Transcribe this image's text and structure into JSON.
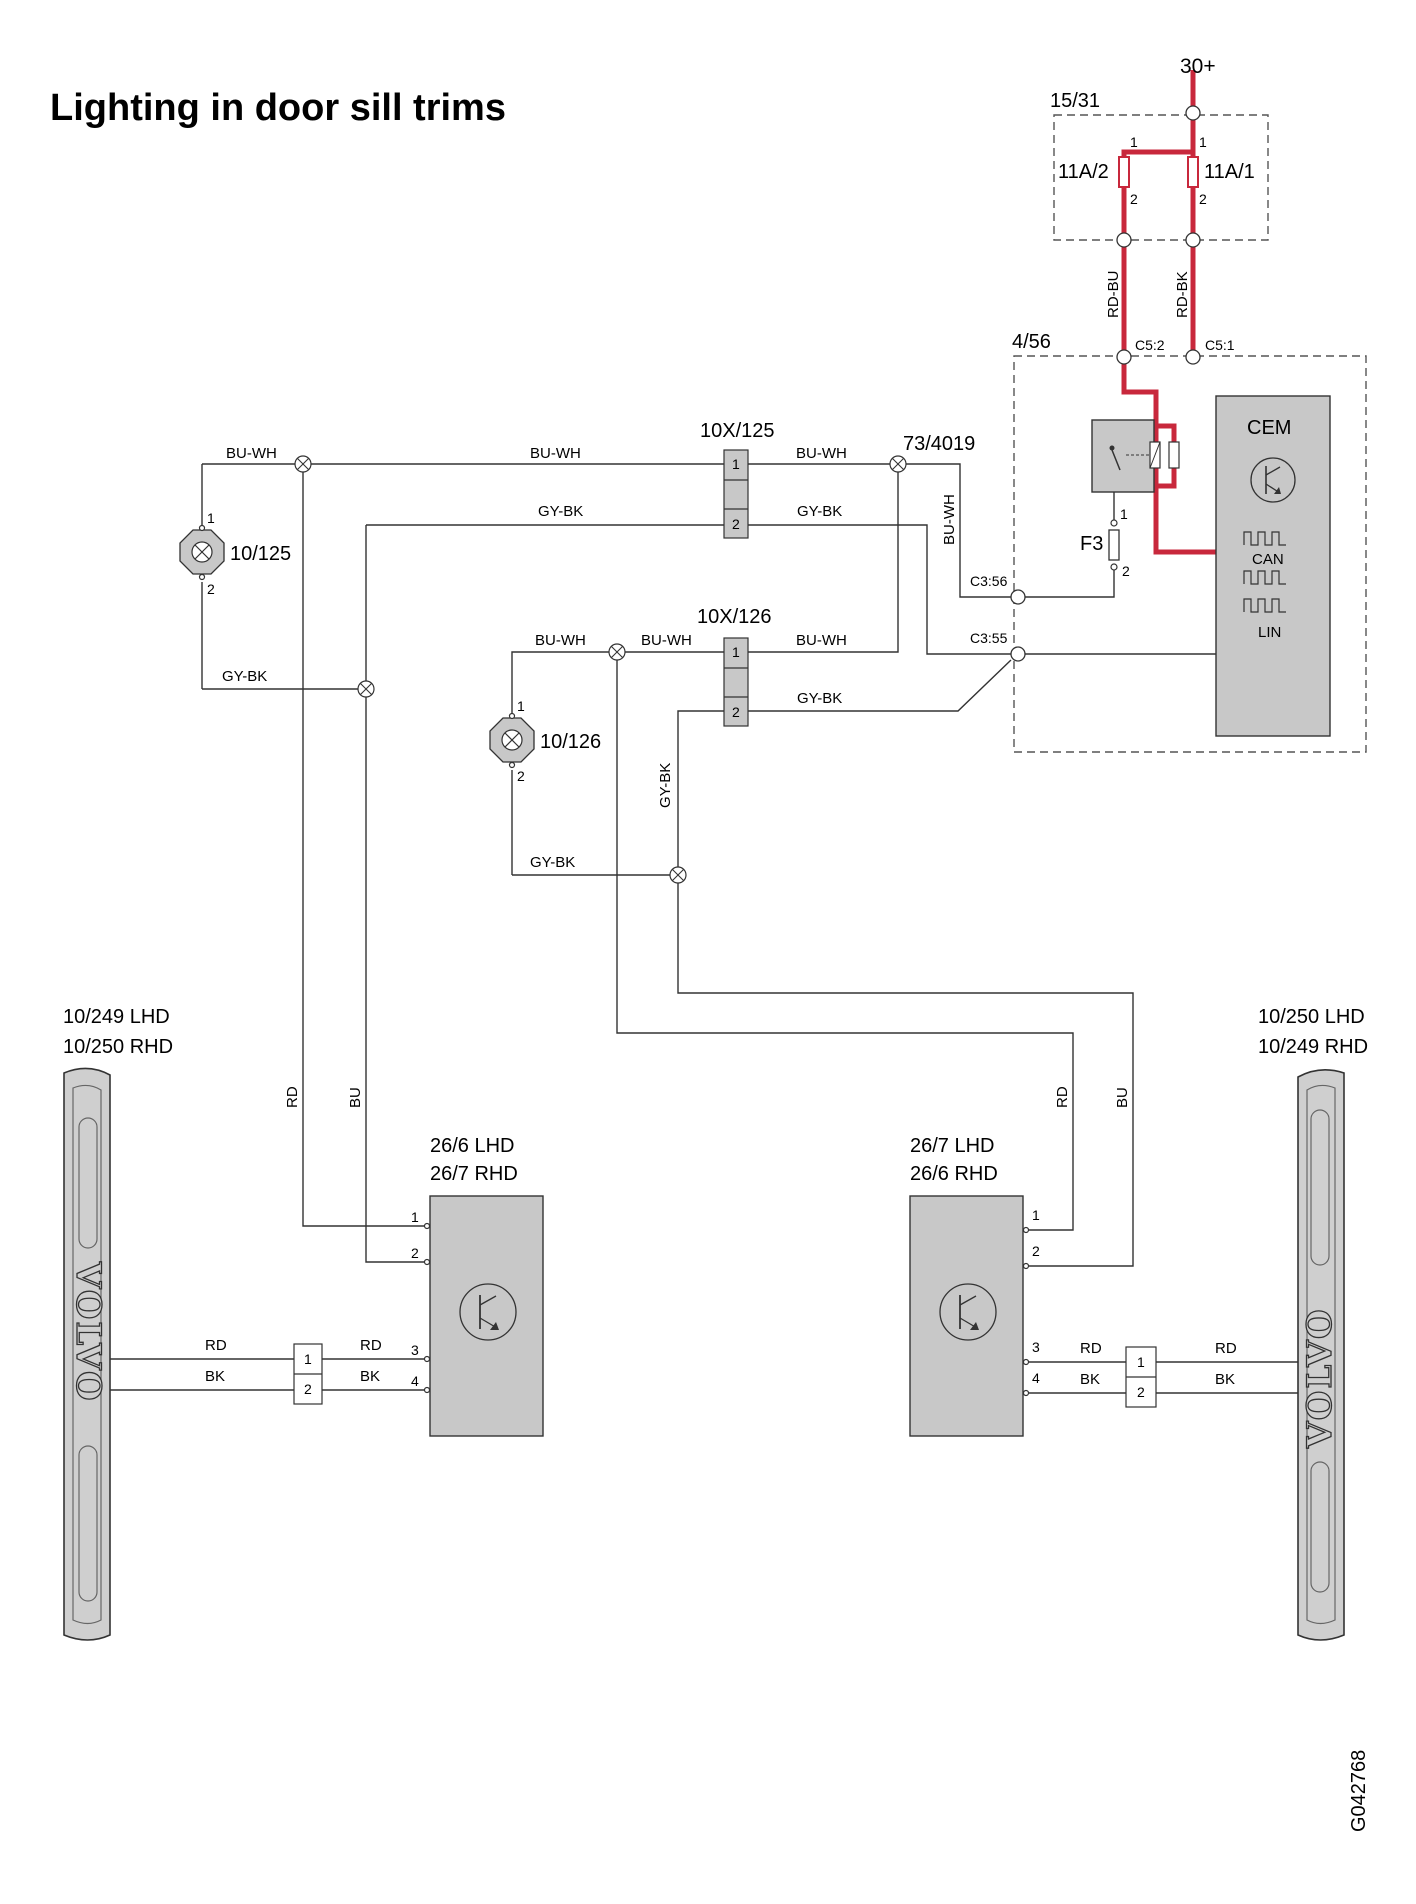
{
  "title": "Lighting in door sill trims",
  "power": {
    "supply": "30+",
    "fuse_box": "15/31",
    "fuse_a": "11A/2",
    "fuse_b": "11A/1",
    "wire_a": "RD-BU",
    "wire_b": "RD-BK"
  },
  "cem": {
    "ref": "4/56",
    "label": "CEM",
    "can": "CAN",
    "lin": "LIN",
    "fuse": "F3",
    "pin_c52": "C5:2",
    "pin_c51": "C5:1",
    "pin_c356": "C3:56",
    "pin_c355": "C3:55"
  },
  "connectors": {
    "x125": "10X/125",
    "x126": "10X/126",
    "splice": "73/4019"
  },
  "lamps": {
    "lamp_a": "10/125",
    "lamp_b": "10/126"
  },
  "wires": {
    "bu_wh": "BU-WH",
    "gy_bk": "GY-BK",
    "rd": "RD",
    "bu": "BU",
    "bk": "BK"
  },
  "modules": {
    "left_line1": "26/6 LHD",
    "left_line2": "26/7 RHD",
    "right_line1": "26/7 LHD",
    "right_line2": "26/6 RHD"
  },
  "trims": {
    "left_line1": "10/249 LHD",
    "left_line2": "10/250 RHD",
    "right_line1": "10/250 LHD",
    "right_line2": "10/249 RHD",
    "logo": "VOLVO"
  },
  "pins": [
    "1",
    "2",
    "3",
    "4"
  ],
  "figure_id": "G042768",
  "colors": {
    "power_wire": "#c8283c",
    "component_fill": "#c8c8c8"
  }
}
